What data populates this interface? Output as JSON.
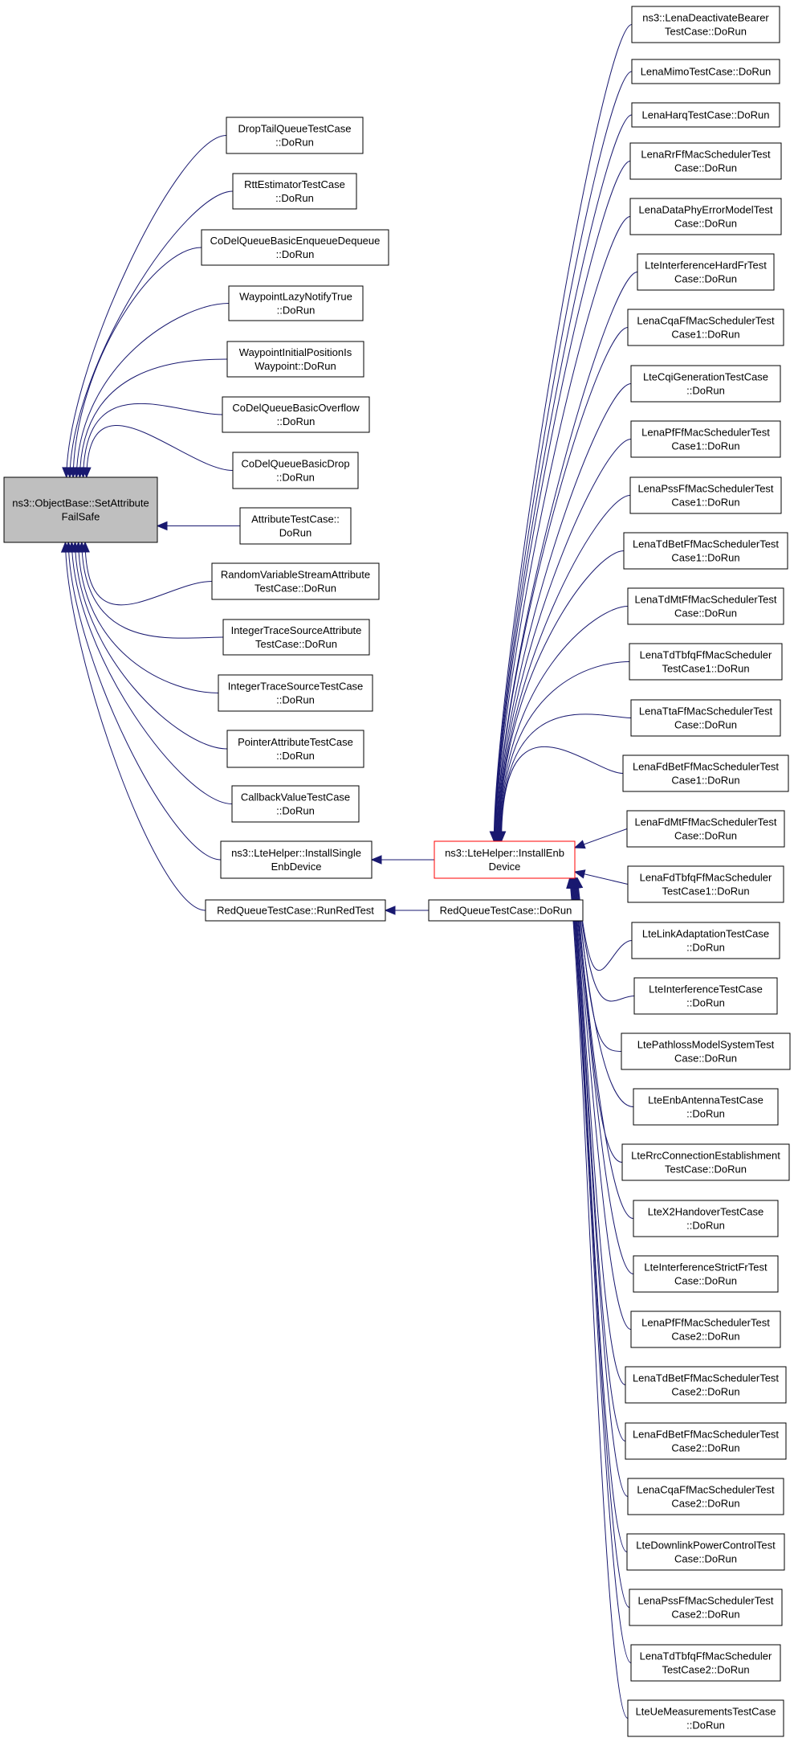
{
  "graph": {
    "root": {
      "id": "n0",
      "lines": [
        "ns3::ObjectBase::SetAttribute",
        "FailSafe"
      ]
    },
    "nodes": [
      {
        "id": "n1",
        "lines": [
          "DropTailQueueTestCase",
          "::DoRun"
        ]
      },
      {
        "id": "n2",
        "lines": [
          "RttEstimatorTestCase",
          "::DoRun"
        ]
      },
      {
        "id": "n3",
        "lines": [
          "CoDelQueueBasicEnqueueDequeue",
          "::DoRun"
        ]
      },
      {
        "id": "n4",
        "lines": [
          "WaypointLazyNotifyTrue",
          "::DoRun"
        ]
      },
      {
        "id": "n5",
        "lines": [
          "WaypointInitialPositionIs",
          "Waypoint::DoRun"
        ]
      },
      {
        "id": "n6",
        "lines": [
          "CoDelQueueBasicOverflow",
          "::DoRun"
        ]
      },
      {
        "id": "n7",
        "lines": [
          "CoDelQueueBasicDrop",
          "::DoRun"
        ]
      },
      {
        "id": "n8",
        "lines": [
          "AttributeTestCase::",
          "DoRun"
        ]
      },
      {
        "id": "n9",
        "lines": [
          "RandomVariableStreamAttribute",
          "TestCase::DoRun"
        ]
      },
      {
        "id": "n10",
        "lines": [
          "IntegerTraceSourceAttribute",
          "TestCase::DoRun"
        ]
      },
      {
        "id": "n11",
        "lines": [
          "IntegerTraceSourceTestCase",
          "::DoRun"
        ]
      },
      {
        "id": "n12",
        "lines": [
          "PointerAttributeTestCase",
          "::DoRun"
        ]
      },
      {
        "id": "n13",
        "lines": [
          "CallbackValueTestCase",
          "::DoRun"
        ]
      },
      {
        "id": "n14",
        "lines": [
          "ns3::LteHelper::InstallSingle",
          "EnbDevice"
        ]
      },
      {
        "id": "n15",
        "lines": [
          "RedQueueTestCase::RunRedTest"
        ]
      },
      {
        "id": "n16",
        "lines": [
          "ns3::LteHelper::InstallEnb",
          "Device"
        ],
        "highlight": true
      },
      {
        "id": "n17",
        "lines": [
          "RedQueueTestCase::DoRun"
        ]
      },
      {
        "id": "r0",
        "lines": [
          "ns3::LenaDeactivateBearer",
          "TestCase::DoRun"
        ]
      },
      {
        "id": "r1",
        "lines": [
          "LenaMimoTestCase::DoRun"
        ]
      },
      {
        "id": "r2",
        "lines": [
          "LenaHarqTestCase::DoRun"
        ]
      },
      {
        "id": "r3",
        "lines": [
          "LenaRrFfMacSchedulerTest",
          "Case::DoRun"
        ]
      },
      {
        "id": "r4",
        "lines": [
          "LenaDataPhyErrorModelTest",
          "Case::DoRun"
        ]
      },
      {
        "id": "r5",
        "lines": [
          "LteInterferenceHardFrTest",
          "Case::DoRun"
        ]
      },
      {
        "id": "r6",
        "lines": [
          "LenaCqaFfMacSchedulerTest",
          "Case1::DoRun"
        ]
      },
      {
        "id": "r7",
        "lines": [
          "LteCqiGenerationTestCase",
          "::DoRun"
        ]
      },
      {
        "id": "r8",
        "lines": [
          "LenaPfFfMacSchedulerTest",
          "Case1::DoRun"
        ]
      },
      {
        "id": "r9",
        "lines": [
          "LenaPssFfMacSchedulerTest",
          "Case1::DoRun"
        ]
      },
      {
        "id": "r10",
        "lines": [
          "LenaTdBetFfMacSchedulerTest",
          "Case1::DoRun"
        ]
      },
      {
        "id": "r11",
        "lines": [
          "LenaTdMtFfMacSchedulerTest",
          "Case::DoRun"
        ]
      },
      {
        "id": "r12",
        "lines": [
          "LenaTdTbfqFfMacScheduler",
          "TestCase1::DoRun"
        ]
      },
      {
        "id": "r13",
        "lines": [
          "LenaTtaFfMacSchedulerTest",
          "Case::DoRun"
        ]
      },
      {
        "id": "r14",
        "lines": [
          "LenaFdBetFfMacSchedulerTest",
          "Case1::DoRun"
        ]
      },
      {
        "id": "r15",
        "lines": [
          "LenaFdMtFfMacSchedulerTest",
          "Case::DoRun"
        ]
      },
      {
        "id": "r16",
        "lines": [
          "LenaFdTbfqFfMacScheduler",
          "TestCase1::DoRun"
        ]
      },
      {
        "id": "r17",
        "lines": [
          "LteLinkAdaptationTestCase",
          "::DoRun"
        ]
      },
      {
        "id": "r18",
        "lines": [
          "LteInterferenceTestCase",
          "::DoRun"
        ]
      },
      {
        "id": "r19",
        "lines": [
          "LtePathlossModelSystemTest",
          "Case::DoRun"
        ]
      },
      {
        "id": "r20",
        "lines": [
          "LteEnbAntennaTestCase",
          "::DoRun"
        ]
      },
      {
        "id": "r21",
        "lines": [
          "LteRrcConnectionEstablishment",
          "TestCase::DoRun"
        ]
      },
      {
        "id": "r22",
        "lines": [
          "LteX2HandoverTestCase",
          "::DoRun"
        ]
      },
      {
        "id": "r23",
        "lines": [
          "LteInterferenceStrictFrTest",
          "Case::DoRun"
        ]
      },
      {
        "id": "r24",
        "lines": [
          "LenaPfFfMacSchedulerTest",
          "Case2::DoRun"
        ]
      },
      {
        "id": "r25",
        "lines": [
          "LenaTdBetFfMacSchedulerTest",
          "Case2::DoRun"
        ]
      },
      {
        "id": "r26",
        "lines": [
          "LenaFdBetFfMacSchedulerTest",
          "Case2::DoRun"
        ]
      },
      {
        "id": "r27",
        "lines": [
          "LenaCqaFfMacSchedulerTest",
          "Case2::DoRun"
        ]
      },
      {
        "id": "r28",
        "lines": [
          "LteDownlinkPowerControlTest",
          "Case::DoRun"
        ]
      },
      {
        "id": "r29",
        "lines": [
          "LenaPssFfMacSchedulerTest",
          "Case2::DoRun"
        ]
      },
      {
        "id": "r30",
        "lines": [
          "LenaTdTbfqFfMacScheduler",
          "TestCase2::DoRun"
        ]
      },
      {
        "id": "r31",
        "lines": [
          "LteUeMeasurementsTestCase",
          "::DoRun"
        ]
      }
    ],
    "edges": [
      {
        "from": "n1",
        "to": "n0"
      },
      {
        "from": "n2",
        "to": "n0"
      },
      {
        "from": "n3",
        "to": "n0"
      },
      {
        "from": "n4",
        "to": "n0"
      },
      {
        "from": "n5",
        "to": "n0"
      },
      {
        "from": "n6",
        "to": "n0"
      },
      {
        "from": "n7",
        "to": "n0"
      },
      {
        "from": "n8",
        "to": "n0"
      },
      {
        "from": "n9",
        "to": "n0"
      },
      {
        "from": "n10",
        "to": "n0"
      },
      {
        "from": "n11",
        "to": "n0"
      },
      {
        "from": "n12",
        "to": "n0"
      },
      {
        "from": "n13",
        "to": "n0"
      },
      {
        "from": "n14",
        "to": "n0"
      },
      {
        "from": "n15",
        "to": "n0"
      },
      {
        "from": "n16",
        "to": "n14"
      },
      {
        "from": "n17",
        "to": "n15"
      },
      {
        "from": "r0",
        "to": "n16"
      },
      {
        "from": "r1",
        "to": "n16"
      },
      {
        "from": "r2",
        "to": "n16"
      },
      {
        "from": "r3",
        "to": "n16"
      },
      {
        "from": "r4",
        "to": "n16"
      },
      {
        "from": "r5",
        "to": "n16"
      },
      {
        "from": "r6",
        "to": "n16"
      },
      {
        "from": "r7",
        "to": "n16"
      },
      {
        "from": "r8",
        "to": "n16"
      },
      {
        "from": "r9",
        "to": "n16"
      },
      {
        "from": "r10",
        "to": "n16"
      },
      {
        "from": "r11",
        "to": "n16"
      },
      {
        "from": "r12",
        "to": "n16"
      },
      {
        "from": "r13",
        "to": "n16"
      },
      {
        "from": "r14",
        "to": "n16"
      },
      {
        "from": "r15",
        "to": "n16"
      },
      {
        "from": "r16",
        "to": "n16"
      },
      {
        "from": "r17",
        "to": "n16"
      },
      {
        "from": "r18",
        "to": "n16"
      },
      {
        "from": "r19",
        "to": "n16"
      },
      {
        "from": "r20",
        "to": "n16"
      },
      {
        "from": "r21",
        "to": "n16"
      },
      {
        "from": "r22",
        "to": "n16"
      },
      {
        "from": "r23",
        "to": "n16"
      },
      {
        "from": "r24",
        "to": "n16"
      },
      {
        "from": "r25",
        "to": "n16"
      },
      {
        "from": "r26",
        "to": "n16"
      },
      {
        "from": "r27",
        "to": "n16"
      },
      {
        "from": "r28",
        "to": "n16"
      },
      {
        "from": "r29",
        "to": "n16"
      },
      {
        "from": "r30",
        "to": "n16"
      },
      {
        "from": "r31",
        "to": "n16"
      }
    ],
    "colors": {
      "edge": "#191970",
      "highlight_border": "#ff0000",
      "root_fill": "#bfbfbf"
    }
  }
}
